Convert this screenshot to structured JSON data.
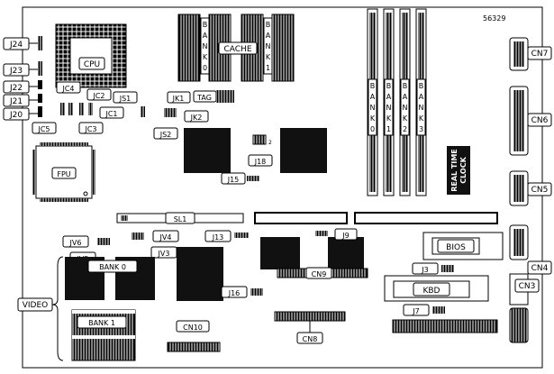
{
  "board_id": "56329",
  "labels": {
    "j24": "J24",
    "j23": "J23",
    "j22": "J22",
    "j21": "J21",
    "j20": "J20",
    "jc4": "JC4",
    "jc2": "JC2",
    "js1": "JS1",
    "jk1": "JK1",
    "tag": "TAG",
    "jc5": "JC5",
    "jc3": "JC3",
    "jc1": "JC1",
    "js2": "JS2",
    "jk2": "JK2",
    "cpu": "CPU",
    "cache": "CACHE",
    "fpu": "FPU",
    "j18": "J18",
    "j18_pin": "2",
    "j15": "J15",
    "jv6": "JV6",
    "jv5": "JV5",
    "jv4": "JV4",
    "jv3": "JV3",
    "sl1": "SL1",
    "j13": "J13",
    "j9": "J9",
    "j16": "J16",
    "j3": "J3",
    "j7": "J7",
    "bios": "BIOS",
    "kbd": "KBD",
    "cn9": "CN9",
    "cn8": "CN8",
    "cn10": "CN10",
    "cn7": "CN7",
    "cn6": "CN6",
    "cn5": "CN5",
    "cn4": "CN4",
    "cn3": "CN3",
    "video": "VIDEO",
    "vbank0": "BANK 0",
    "vbank1": "BANK 1",
    "rtc1": "REAL TIME",
    "rtc2": "CLOCK"
  },
  "cache_banks": [
    [
      "B",
      "A",
      "N",
      "K",
      "0"
    ],
    [
      "B",
      "A",
      "N",
      "K",
      "1"
    ]
  ],
  "simm_banks": [
    [
      "B",
      "A",
      "N",
      "K",
      "0"
    ],
    [
      "B",
      "A",
      "N",
      "K",
      "1"
    ],
    [
      "B",
      "A",
      "N",
      "K",
      "2"
    ],
    [
      "B",
      "A",
      "N",
      "K",
      "3"
    ]
  ],
  "colors": {
    "ink": "#000000",
    "paper": "#ffffff",
    "chip": "#111111"
  }
}
